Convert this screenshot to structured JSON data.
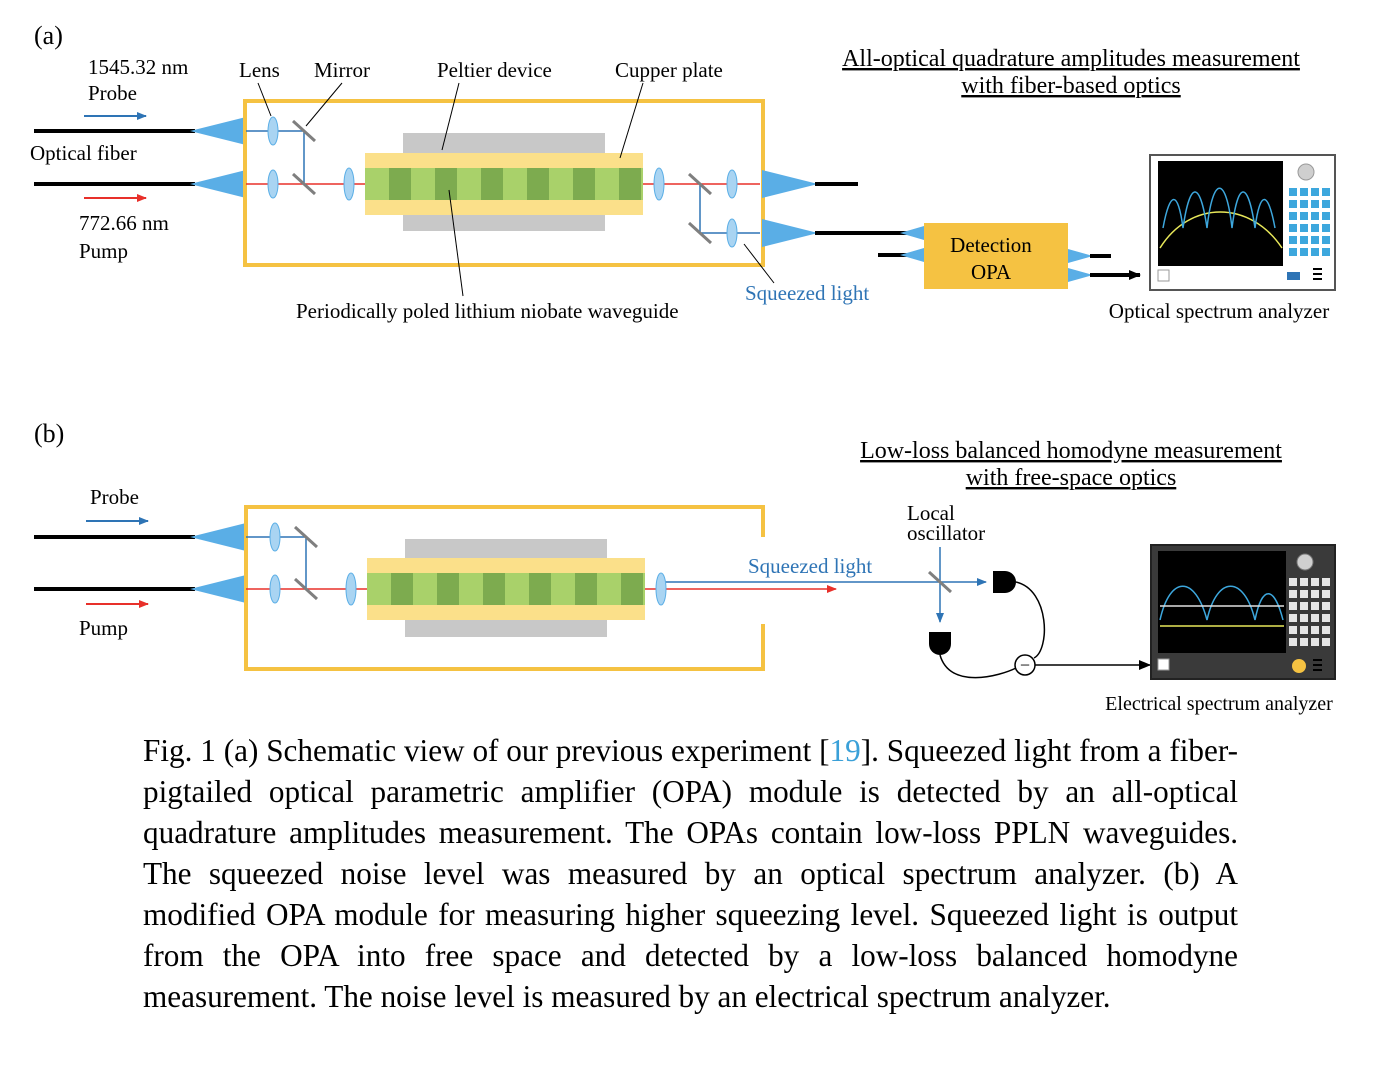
{
  "panel_a": {
    "tag": "(a)",
    "title_line1": "All-optical quadrature amplitudes measurement",
    "title_line2": "with fiber-based optics",
    "probe_wavelength": "1545.32 nm",
    "probe_label": "Probe",
    "fiber_label": "Optical fiber",
    "pump_wavelength": "772.66 nm",
    "pump_label": "Pump",
    "lens_label": "Lens",
    "mirror_label": "Mirror",
    "peltier_label": "Peltier device",
    "plate_label": "Cupper plate",
    "waveguide_label": "Periodically poled lithium niobate waveguide",
    "squeezed_label": "Squeezed light",
    "detection_line1": "Detection",
    "detection_line2": "OPA",
    "analyzer_label": "Optical spectrum analyzer"
  },
  "panel_b": {
    "tag": "(b)",
    "title_line1": "Low-loss balanced homodyne measurement",
    "title_line2": "with free-space optics",
    "probe_label": "Probe",
    "pump_label": "Pump",
    "squeezed_label": "Squeezed light",
    "lo_line1": "Local",
    "lo_line2": "oscillator",
    "minus_symbol": "−",
    "analyzer_label": "Electrical spectrum analyzer"
  },
  "caption": {
    "before_ref": "Fig. 1 (a) Schematic view of our previous experiment [",
    "ref": "19",
    "after_ref": "]. Squeezed light from a fiber-pigtailed optical parametric amplifier (OPA) module is detected by an all-optical quadrature amplitudes measurement. The OPAs contain low-loss PPLN waveguides. The squeezed noise level was measured by an optical spectrum analyzer. (b) A modified OPA module for measuring higher squeezing level. Squeezed light is output from the OPA into free space and detected by a low-loss balanced homodyne measurement. The noise level is measured by an electrical spectrum analyzer."
  },
  "colors": {
    "housing": "#f5c242",
    "plate": "#fbe08a",
    "peltier": "#c8c8c8",
    "pp_light": "#a9d16a",
    "pp_dark": "#7dab4f",
    "beam_blue": "#2e74b5",
    "beam_red": "#e8302a",
    "collimator": "#5aaee6",
    "lens": "#a9d4f2",
    "screen": "#000000",
    "key": "#3da7dd"
  }
}
